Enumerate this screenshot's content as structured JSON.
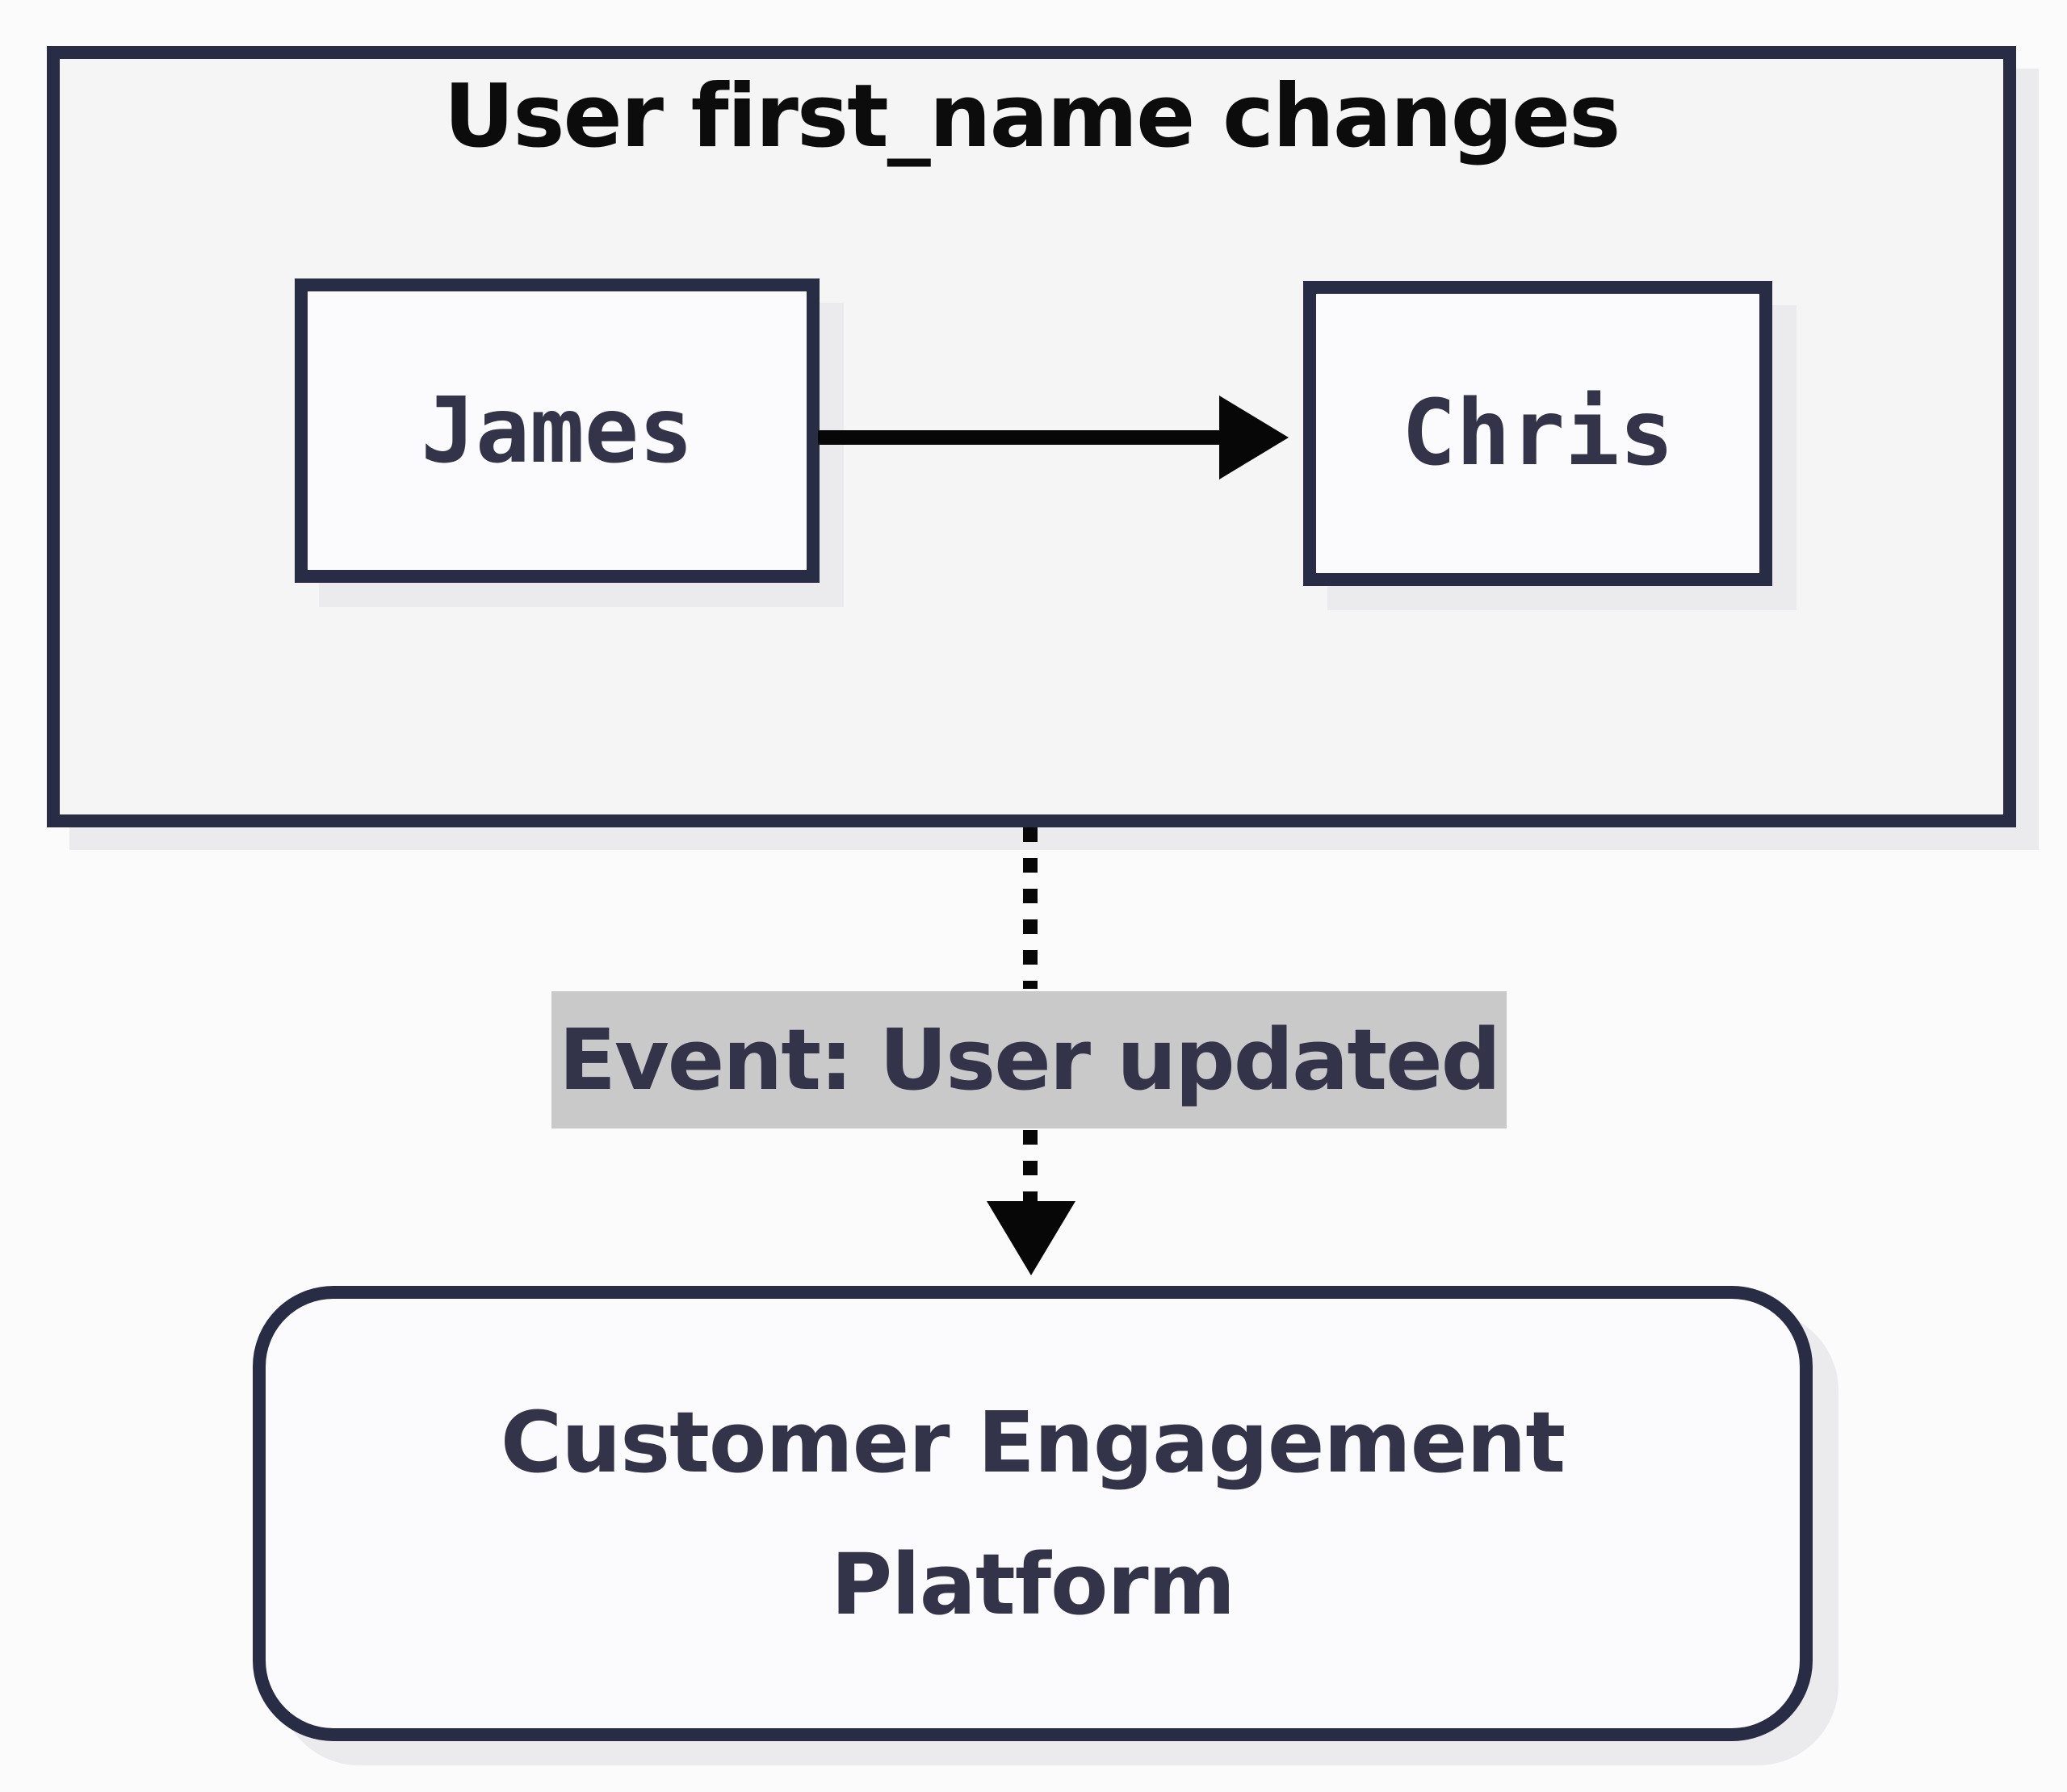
{
  "diagram": {
    "change_box": {
      "title": "User first_name changes",
      "old_value": "James",
      "new_value": "Chris"
    },
    "event_label": "Event: User updated",
    "destination": "Customer Engagement Platform",
    "colors": {
      "border": "#282c44",
      "title_color": "#0c0c0d",
      "label_text": "#333349",
      "event_bg": "#c9c9ca",
      "arrow": "#070707",
      "outer_fill": "#f5f5f6",
      "node_fill": "#fbfbfd",
      "page_bg": "#fbfbfc",
      "shadow": "#ebebee"
    }
  }
}
